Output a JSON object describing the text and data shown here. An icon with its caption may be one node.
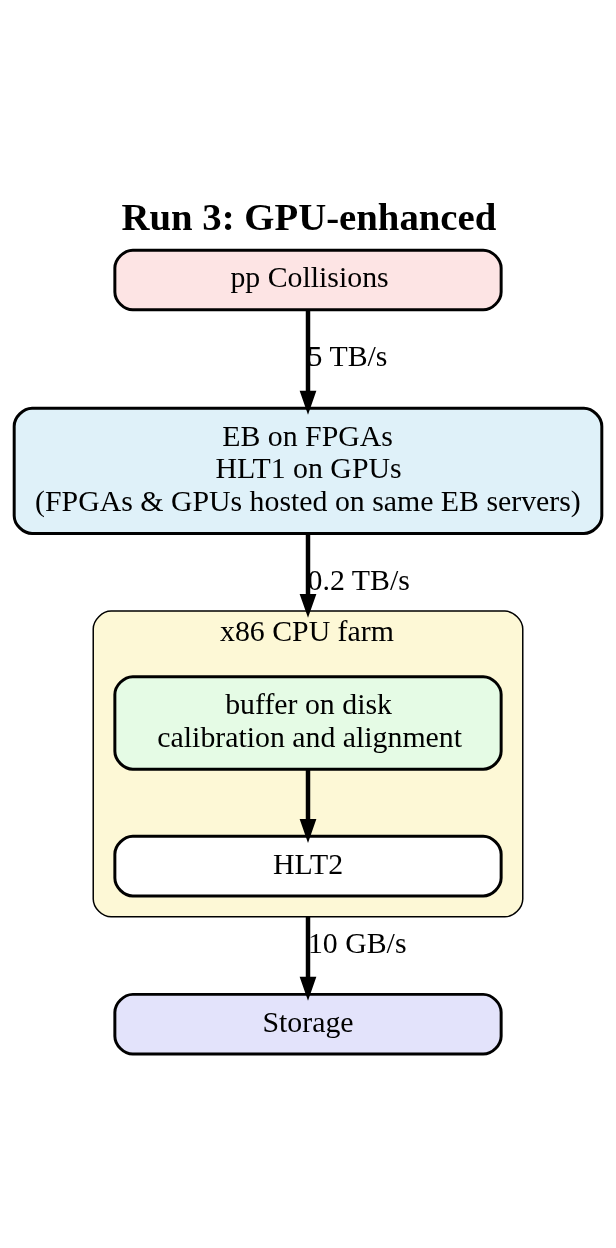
{
  "diagram": {
    "title": "Run 3: GPU-enhanced",
    "nodes": [
      {
        "text": [
          "pp Collisions"
        ]
      },
      {
        "text": [
          "EB on FPGAs",
          "HLT1 on GPUs",
          "(FPGAs & GPUs hosted on same EB servers)"
        ]
      },
      {
        "text": [
          "x86 CPU farm"
        ]
      },
      {
        "text": [
          "buffer on disk",
          "calibration and alignment"
        ],
        "in": 2
      },
      {
        "text": [
          "HLT2"
        ],
        "in": 2
      },
      {
        "text": [
          "Storage"
        ]
      }
    ],
    "edges": [
      {
        "from": 0,
        "to": 1,
        "arrow": "to",
        "label": "5 TB/s"
      },
      {
        "from": 1,
        "to": 2,
        "arrow": "to",
        "label": "0.2 TB/s"
      },
      {
        "from": 3,
        "to": 4,
        "arrow": "to"
      },
      {
        "from": 2,
        "to": 5,
        "arrow": "to",
        "label": "10 GB/s"
      }
    ]
  }
}
